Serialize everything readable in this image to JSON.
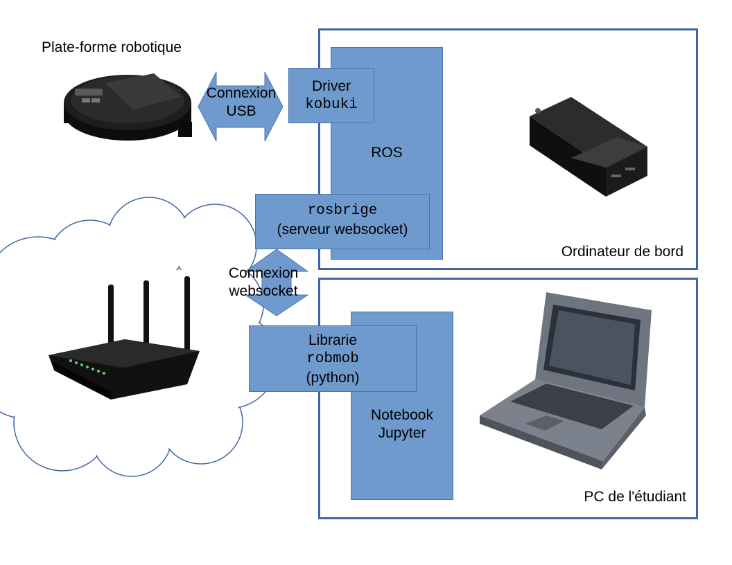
{
  "robot_platform": {
    "title": "Plate-forme robotique"
  },
  "usb_link": {
    "line1": "Connexion",
    "line2": "USB"
  },
  "onboard_computer": {
    "label": "Ordinateur de bord",
    "ros_label": "ROS",
    "driver": {
      "line1": "Driver",
      "line2": "kobuki"
    },
    "rosbridge": {
      "line1": "rosbrige",
      "line2": "(serveur websocket)"
    }
  },
  "websocket_link": {
    "line1": "Connexion",
    "line2": "websocket"
  },
  "student_pc": {
    "label": "PC de l'étudiant",
    "library": {
      "line1": "Librarie",
      "line2": "robmob",
      "line3": "(python)"
    },
    "notebook": {
      "line1": "Notebook",
      "line2": "Jupyter"
    }
  },
  "colors": {
    "block_fill": "#6f9acd",
    "frame_border": "#3f65a6",
    "cloud_stroke": "#3f65a6"
  }
}
